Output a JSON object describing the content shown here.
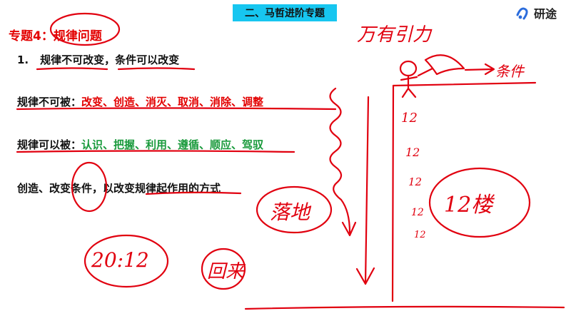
{
  "header": {
    "banner": "二、马哲进阶专题",
    "logo_text": "研途",
    "accent": "#17c6f0"
  },
  "slide": {
    "topic": "专题4：规律问题",
    "point1_num": "1.",
    "point1_a": "规律不可改变",
    "point1_sep": "，",
    "point1_b": "条件可以改变",
    "line2_label": "规律不可被：",
    "line2_items": "改变、创造、消灭、取消、消除、调整",
    "line3_label": "规律可以被：",
    "line3_items": "认识、把握、利用、遵循、顺应、驾驭",
    "line4_a": "创造、改变",
    "line4_b": "条件",
    "line4_c": "，以改变",
    "line4_d": "规律起作用的方式"
  },
  "handwriting": {
    "top": "万有引力",
    "arrow_note": "条件",
    "floors": [
      "12",
      "12",
      "12",
      "12",
      "12"
    ],
    "building": "12楼",
    "landing": "落地",
    "time": "20:12",
    "back": "回来"
  },
  "colors": {
    "red": "#e30000",
    "green": "#1a9a3c",
    "ink": "#e1000f"
  }
}
